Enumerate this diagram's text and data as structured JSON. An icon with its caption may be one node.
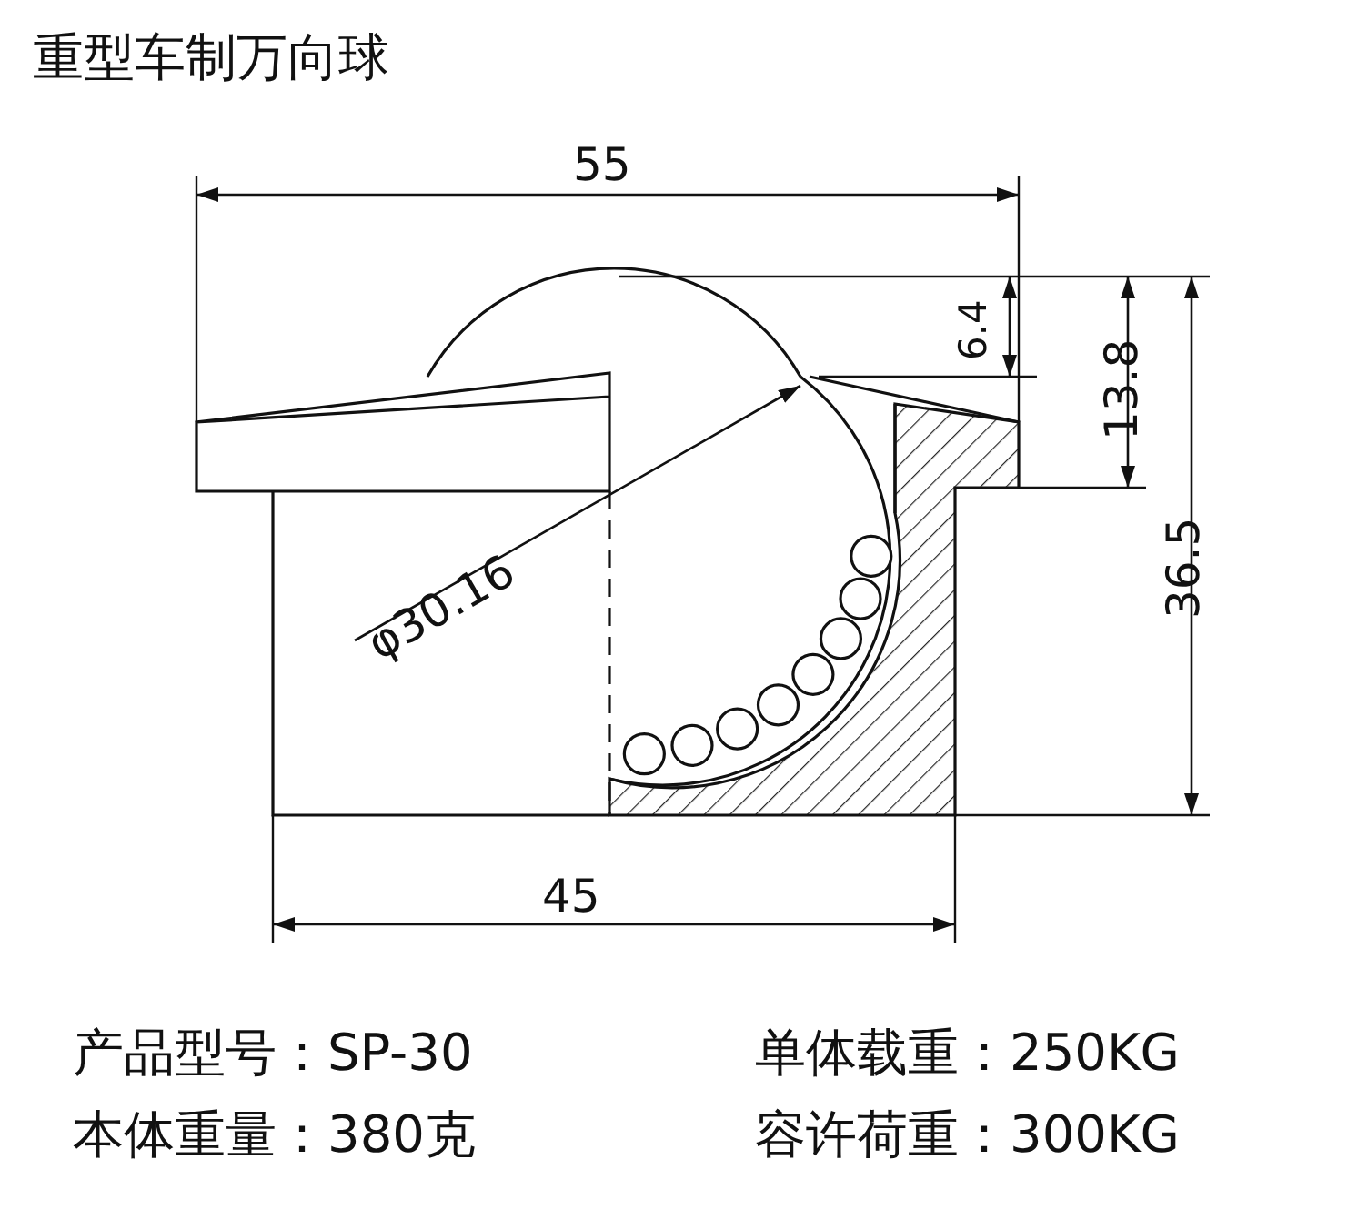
{
  "diagram": {
    "title": "重型车制万向球",
    "labels": [
      "55",
      "6.4",
      "13.8",
      "φ30.16",
      "36.5",
      "45",
      "产品型号：SP-30",
      "单体载重：250KG",
      "本体重量：380克",
      "容许荷重：300KG"
    ]
  }
}
